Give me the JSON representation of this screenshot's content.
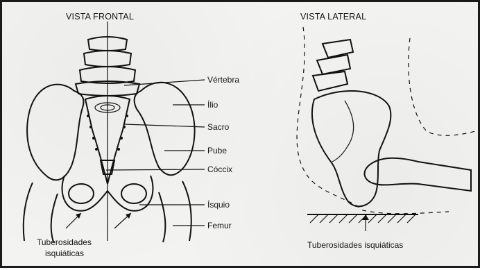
{
  "views": {
    "front_title": "VISTA FRONTAL",
    "lateral_title": "VISTA LATERAL"
  },
  "front_labels": {
    "vertebra": "Vértebra",
    "ilio": "Ílio",
    "sacro": "Sacro",
    "pube": "Pube",
    "coccix": "Cóccix",
    "isquio": "Ísquio",
    "femur": "Femur",
    "tuberosidades_line1": "Tuberosidades",
    "tuberosidades_line2": "isquiáticas"
  },
  "lateral_labels": {
    "tuberosidades": "Tuberosidades isquiáticas"
  }
}
